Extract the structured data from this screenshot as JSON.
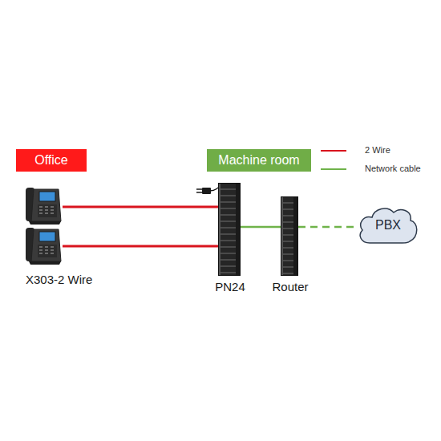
{
  "diagram": {
    "nodes": [
      {
        "text": [
          "Office"
        ]
      },
      {
        "text": [
          "Machine room"
        ]
      },
      {
        "text": [
          "X303-2 Wire"
        ]
      },
      {
        "text": [
          "PN24"
        ]
      },
      {
        "text": [
          "Router"
        ]
      },
      {
        "text": [
          "PBX"
        ]
      }
    ],
    "edges": [
      {
        "from": 2,
        "to": 3,
        "arrow": "none"
      },
      {
        "from": 2,
        "to": 3,
        "arrow": "none"
      },
      {
        "from": 3,
        "to": 4,
        "arrow": "none"
      },
      {
        "from": 4,
        "to": 5,
        "arrow": "none"
      }
    ],
    "legend": [
      {
        "text": "2 Wire"
      },
      {
        "text": "Network cable"
      }
    ]
  }
}
